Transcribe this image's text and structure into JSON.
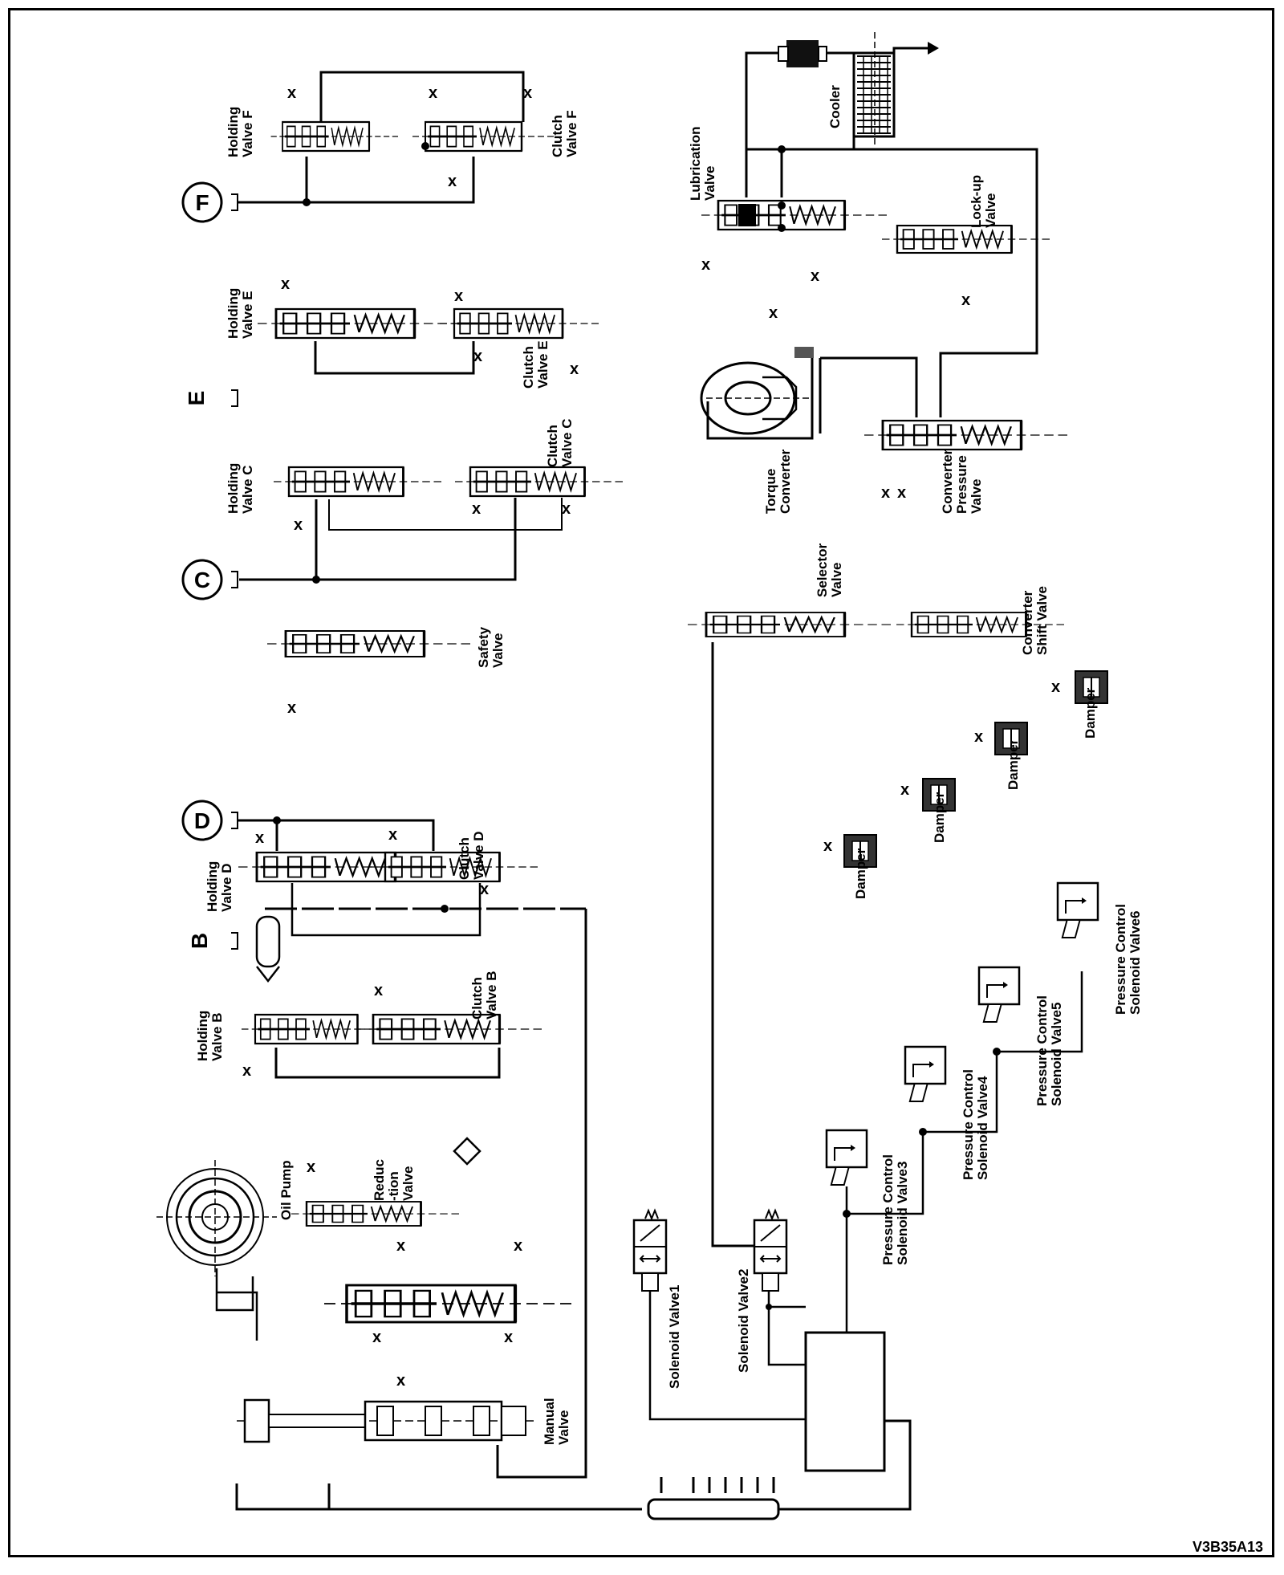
{
  "figure": {
    "reference_code": "V3B35A13"
  },
  "markers": {
    "F": "F",
    "E": "E",
    "C": "C",
    "D": "D",
    "B": "B",
    "x": "x"
  },
  "labels": {
    "holding_valve_f": [
      "Holding",
      "Valve F"
    ],
    "clutch_valve_f": [
      "Clutch",
      "Valve F"
    ],
    "holding_valve_e": [
      "Holding",
      "Valve E"
    ],
    "clutch_valve_e": [
      "Clutch",
      "Valve E"
    ],
    "holding_valve_c": [
      "Holding",
      "Valve C"
    ],
    "clutch_valve_c": [
      "Clutch",
      "Valve C"
    ],
    "safety_valve": [
      "Safety",
      "Valve"
    ],
    "holding_valve_d": [
      "Holding",
      "Valve D"
    ],
    "clutch_valve_d": [
      "Clutch",
      "Valve D"
    ],
    "holding_valve_b": [
      "Holding",
      "Valve B"
    ],
    "clutch_valve_b": [
      "Clutch",
      "Valve B"
    ],
    "oil_pump": [
      "Oil Pump"
    ],
    "reduction_valve": [
      "Reduc",
      "-tion",
      "Valve"
    ],
    "manual_valve": [
      "Manual",
      "Valve"
    ],
    "lubrication_valve": [
      "Lubrication",
      "Valve"
    ],
    "cooler": [
      "Cooler"
    ],
    "lockup_valve": [
      "Lock-up",
      "Valve"
    ],
    "torque_converter": [
      "Torque",
      "Converter"
    ],
    "converter_pressure_valve": [
      "Converter",
      "Pressure",
      "Valve"
    ],
    "selector_valve": [
      "Selector",
      "Valve"
    ],
    "converter_shift_valve": [
      "Converter",
      "Shift Valve"
    ],
    "damper": [
      "Damper"
    ],
    "solenoid_valve_1": [
      "Solenoid Valve1"
    ],
    "solenoid_valve_2": [
      "Solenoid Valve2"
    ],
    "pressure_control_solenoid_valve_3": [
      "Pressure Control",
      "Solenoid Valve3"
    ],
    "pressure_control_solenoid_valve_4": [
      "Pressure Control",
      "Solenoid Valve4"
    ],
    "pressure_control_solenoid_valve_5": [
      "Pressure Control",
      "Solenoid Valve5"
    ],
    "pressure_control_solenoid_valve_6": [
      "Pressure Control",
      "Solenoid Valve6"
    ]
  }
}
